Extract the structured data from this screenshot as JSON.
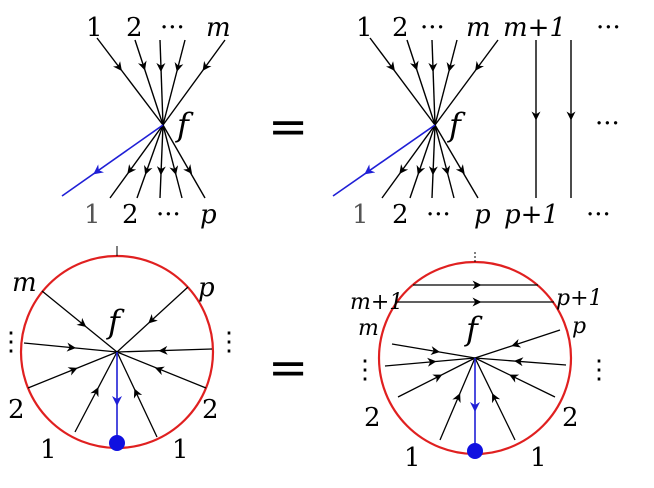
{
  "colors": {
    "line": "#000000",
    "accent": "#1f1fd6",
    "circle": "#e02020",
    "dot": "#1010e0"
  },
  "top_left": {
    "top_labels": [
      "1",
      "2",
      "···",
      "m"
    ],
    "bottom_labels": [
      "1",
      "2",
      "···",
      "p"
    ],
    "vertex": "f"
  },
  "equals": "=",
  "top_right": {
    "top_labels": [
      "1",
      "2",
      "···",
      "m",
      "m+1",
      "···"
    ],
    "bottom_labels": [
      "1",
      "2",
      "···",
      "p",
      "p+1",
      "···"
    ],
    "vertex": "f",
    "side_dots": "···"
  },
  "bottom_left": {
    "left_labels": [
      "m",
      "2",
      "1"
    ],
    "right_labels": [
      "p",
      "2",
      "1"
    ],
    "vertex": "f",
    "dots": "⋮"
  },
  "bottom_right": {
    "left_labels": [
      "m+1",
      "m",
      "2",
      "1"
    ],
    "right_labels": [
      "p+1",
      "p",
      "2",
      "1"
    ],
    "vertex": "f",
    "dots": "⋮"
  }
}
